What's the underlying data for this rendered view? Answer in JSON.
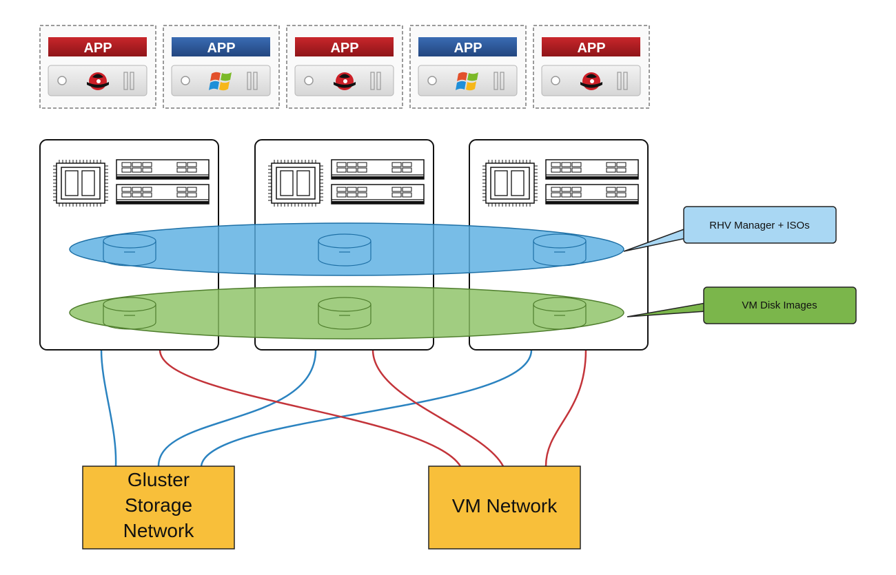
{
  "vms": [
    {
      "label": "APP",
      "os": "redhat",
      "color": "#a71c20"
    },
    {
      "label": "APP",
      "os": "windows",
      "color": "#2c5597"
    },
    {
      "label": "APP",
      "os": "redhat",
      "color": "#a71c20"
    },
    {
      "label": "APP",
      "os": "windows",
      "color": "#2c5597"
    },
    {
      "label": "APP",
      "os": "redhat",
      "color": "#a71c20"
    }
  ],
  "hosts": [
    {
      "icons": [
        "cpu-icon",
        "memory-icon"
      ]
    },
    {
      "icons": [
        "cpu-icon",
        "memory-icon"
      ]
    },
    {
      "icons": [
        "cpu-icon",
        "memory-icon"
      ]
    }
  ],
  "volumes": [
    {
      "callout": "RHV Manager + ISOs",
      "fill": "#5aaee2",
      "callout_fill": "#a9d7f3"
    },
    {
      "callout": "VM Disk Images",
      "fill": "#8cc265",
      "callout_fill": "#7bb64b"
    }
  ],
  "networks": {
    "gluster": {
      "label_lines": [
        "Gluster",
        "Storage",
        "Network"
      ],
      "link_color": "#2b83c0"
    },
    "vm": {
      "label_lines": [
        "VM Network"
      ],
      "link_color": "#c3343a"
    },
    "box_fill": "#f8bf3a"
  }
}
